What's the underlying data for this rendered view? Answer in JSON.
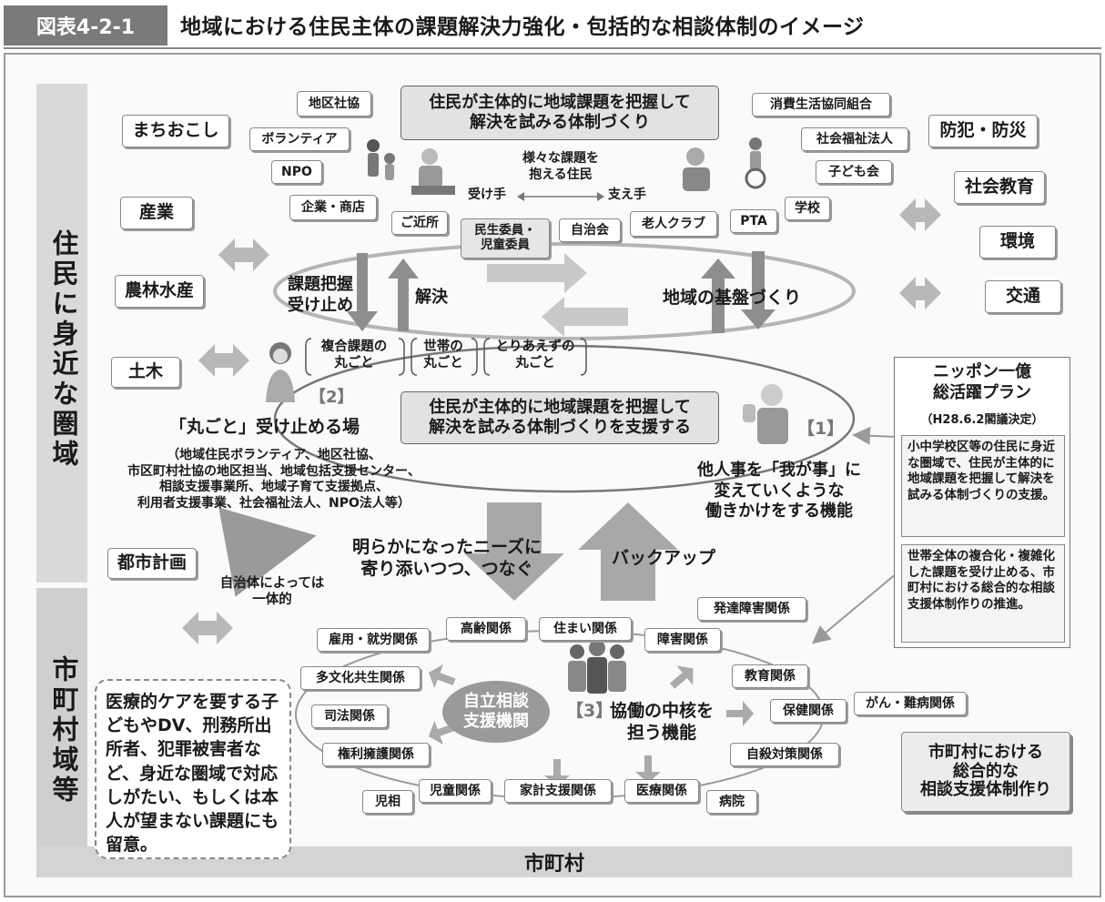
{
  "header": {
    "label": "図表4-2-1",
    "title": "地域における住民主体の課題解決力強化・包括的な相談体制のイメージ"
  },
  "regions": {
    "left_top": "住民に身近な圏域",
    "left_bottom": "市町村域等",
    "bottom": "市町村"
  },
  "left_boxes": [
    "まちおこし",
    "産業",
    "農林水産",
    "土木",
    "都市計画"
  ],
  "right_boxes": [
    "防犯・防災",
    "社会教育",
    "環境",
    "交通"
  ],
  "community": {
    "top_title": "住民が主体的に地域課題を把握して\n解決を試みる体制づくり",
    "labels": [
      "地区社協",
      "ボランティア",
      "NPO",
      "企業・商店",
      "ご近所",
      "民生委員・\n児童委員",
      "自治会",
      "老人クラブ",
      "PTA",
      "学校",
      "消費生活協同組合",
      "社会福祉法人",
      "子ども会"
    ],
    "residents": "様々な課題を\n抱える住民",
    "receiver": "受け手",
    "supporter": "支え手",
    "grasp": "課題把握\n受け止め",
    "solve": "解決",
    "base": "地域の基盤づくり"
  },
  "middle": {
    "cat1": "複合課題の\n丸ごと",
    "cat2": "世帯の\n丸ごと",
    "cat3": "とりあえずの\n丸ごと",
    "num2": "【2】",
    "num1": "【1】",
    "support_title": "住民が主体的に地域課題を把握して\n解決を試みる体制づくりを支援する",
    "marugoto": "「丸ごと」受け止める場",
    "marugoto_detail": "（地域住民ボランティア、地区社協、\n市区町村社協の地区担当、地域包括支援センター、\n相談支援事業所、地域子育て支援拠点、\n利用者支援事業、社会福祉法人、NPO法人等）",
    "function1": "他人事を「我が事」に\n変えていくような\n働きかけをする機能",
    "needs": "明らかになったニーズに\n寄り添いつつ、つなぐ",
    "backup": "バックアップ",
    "integral": "自治体によっては\n一体的"
  },
  "plan": {
    "title": "ニッポン一億\n総活躍プラン",
    "date": "（H28.6.2閣議決定）",
    "item1": "小中学校区等の住民に身近な圏域で、住民が主体的に地域課題を把握して解決を試みる体制づくりの支援。",
    "item2": "世帯全体の複合化・複雑化した課題を受け止める、市町村における総合的な相談支援体制作りの推進。"
  },
  "network": {
    "center": "自立相談\n支援機関",
    "num3": "【3】",
    "function3": "協働の中核を\n担う機能",
    "labels": [
      "雇用・就労関係",
      "高齢関係",
      "住まい関係",
      "障害関係",
      "発達障害関係",
      "多文化共生関係",
      "教育関係",
      "司法関係",
      "保健関係",
      "がん・難病関係",
      "権利擁護関係",
      "自殺対策関係",
      "児相",
      "児童関係",
      "家計支援関係",
      "医療関係",
      "病院"
    ]
  },
  "note": "医療的ケアを要する子どもやDV、刑務所出所者、犯罪被害者など、身近な圏域で対応しがたい、もしくは本人が望まない課題にも留意。",
  "city_system": "市町村における\n総合的な\n相談支援体制作り"
}
